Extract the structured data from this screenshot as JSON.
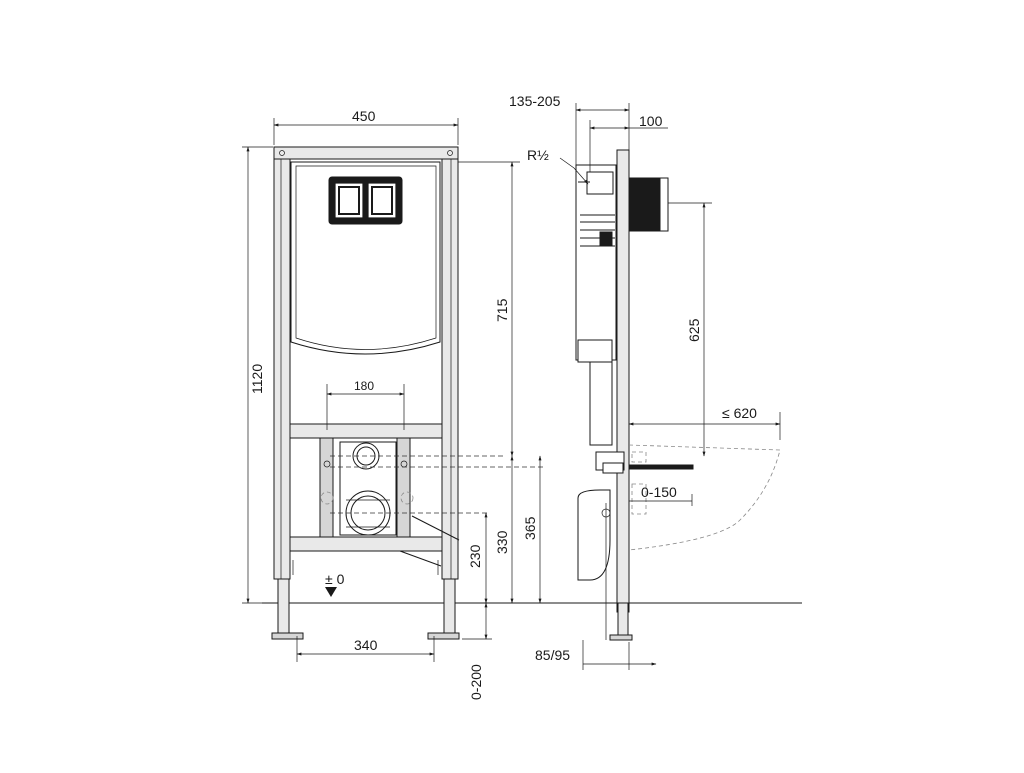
{
  "dimensions": {
    "width_450": "450",
    "height_1120": "1120",
    "height_715": "715",
    "spacing_180": "180",
    "height_330": "330",
    "height_365": "365",
    "height_230": "230",
    "floor_zero": "± 0",
    "feet_340": "340",
    "feet_range": "0-200",
    "depth_range": "135-205",
    "depth_100": "100",
    "thread": "R½",
    "height_625": "625",
    "max_620": "≤ 620",
    "range_0_150": "0-150",
    "depth_85_95": "85/95"
  }
}
